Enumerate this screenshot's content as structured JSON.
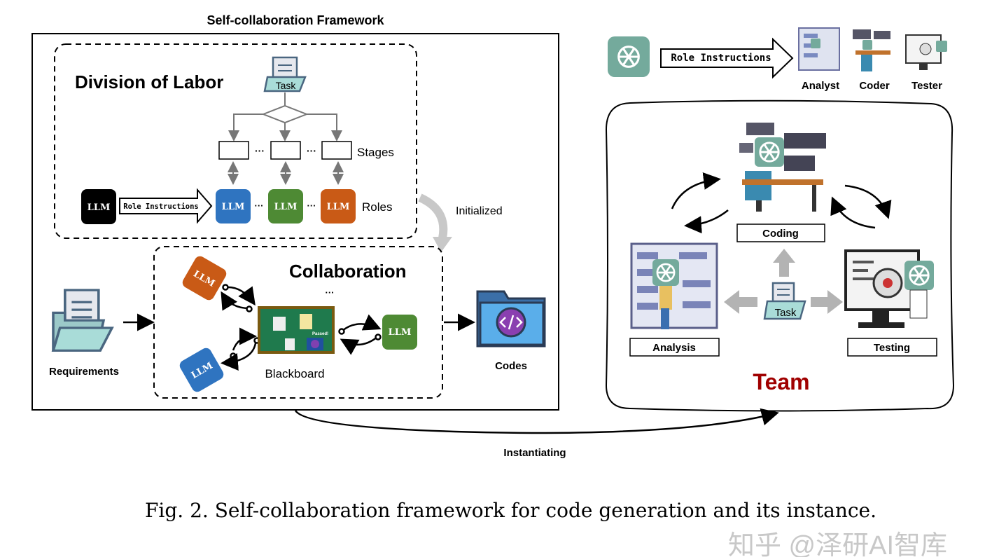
{
  "framework": {
    "title": "Self-collaboration Framework",
    "division": {
      "title": "Division of Labor",
      "task_label": "Task",
      "stages_label": "Stages",
      "ellipsis": "···",
      "llm_label": "LLM",
      "role_instructions": "Role Instructions",
      "roles_label": "Roles"
    },
    "initialized_label": "Initialized",
    "collaboration": {
      "title": "Collaboration",
      "ellipsis": "···",
      "blackboard_label": "Blackboard",
      "passed_label": "Passed!",
      "llm_label": "LLM"
    },
    "requirements_label": "Requirements",
    "codes_label": "Codes"
  },
  "instantiating_label": "Instantiating",
  "instance": {
    "role_instructions": "Role Instructions",
    "roles": [
      "Analyst",
      "Coder",
      "Tester"
    ],
    "stages": {
      "coding": "Coding",
      "analysis": "Analysis",
      "testing": "Testing"
    },
    "task_label": "Task",
    "team_label": "Team"
  },
  "caption": "Fig. 2.  Self-collaboration framework for code generation and its instance.",
  "watermark": "知乎 @泽研AI智库",
  "colors": {
    "llm_black": "#000000",
    "llm_blue": "#2f74c0",
    "llm_green": "#4e8a34",
    "llm_orange": "#c95a16",
    "gpt_teal": "#74aa9c",
    "team_red": "#a00000",
    "blackboard_green": "#1f7a4d",
    "blackboard_frame": "#7a5a10"
  }
}
